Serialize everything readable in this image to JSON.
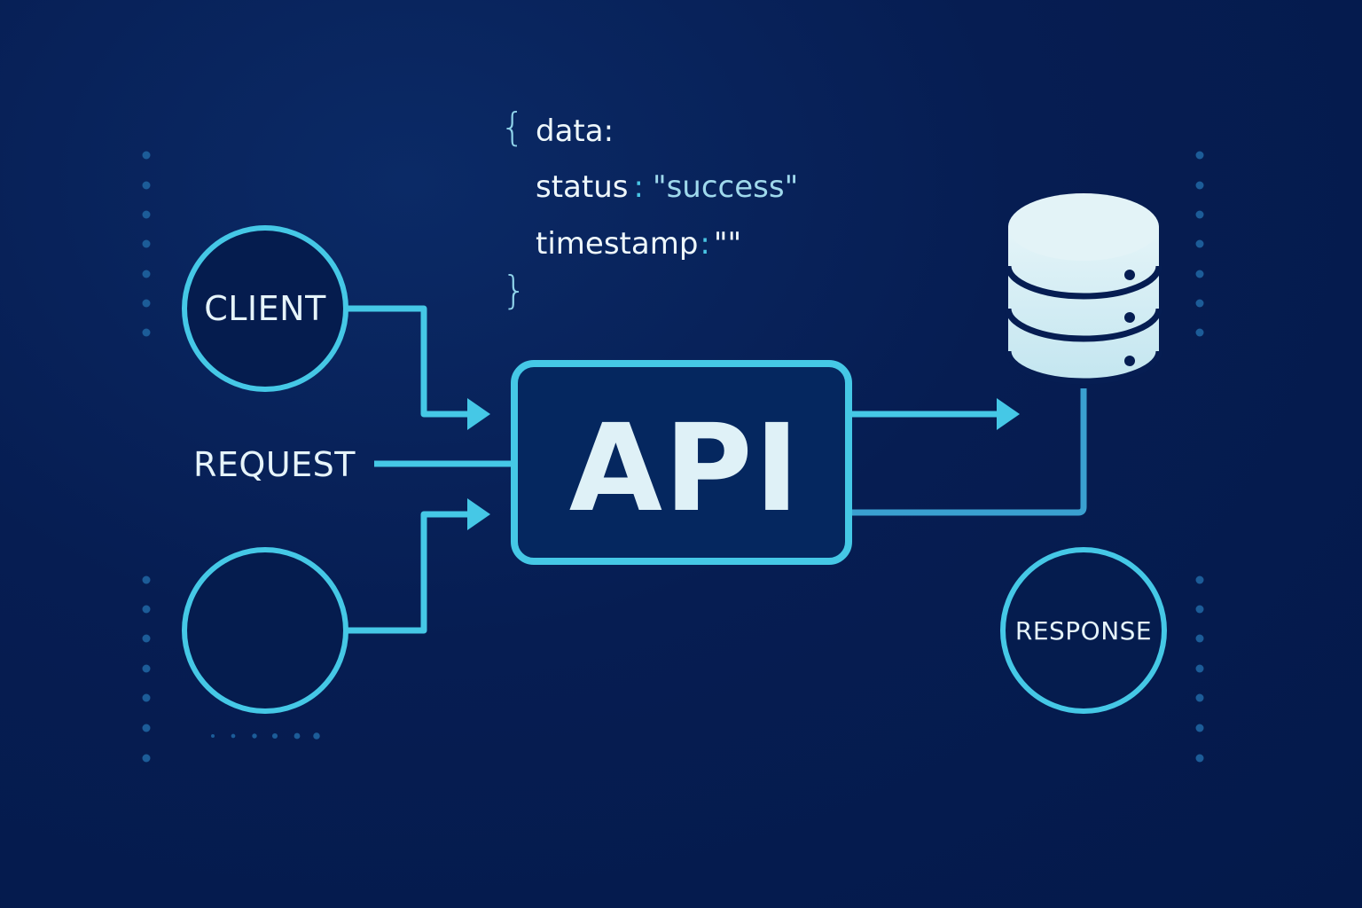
{
  "diagram": {
    "title": "API request/response flow",
    "center": {
      "label": "API"
    },
    "nodes": {
      "client": {
        "label": "CLIENT"
      },
      "client_secondary": {
        "label": ""
      },
      "response": {
        "label": "RESPONSE"
      },
      "database": {
        "label": "",
        "icon": "database-icon"
      }
    },
    "edge_labels": {
      "request": "REQUEST"
    },
    "code_snippet": {
      "open_brace": "{",
      "close_brace": "}",
      "lines": [
        {
          "key": "data",
          "sep": ":",
          "value": ""
        },
        {
          "key": "status",
          "sep": ":",
          "value": "\"success\""
        },
        {
          "key": "timestamp",
          "sep": ":",
          "value": "\"\""
        }
      ]
    },
    "colors": {
      "background": "#061d52",
      "accent": "#45c8e6",
      "accent_dark": "#2f8fc2",
      "box_fill": "#05275f",
      "text": "#e6f4fa",
      "database_fill": "#d6eef5",
      "dots": "#1c5c98"
    }
  }
}
